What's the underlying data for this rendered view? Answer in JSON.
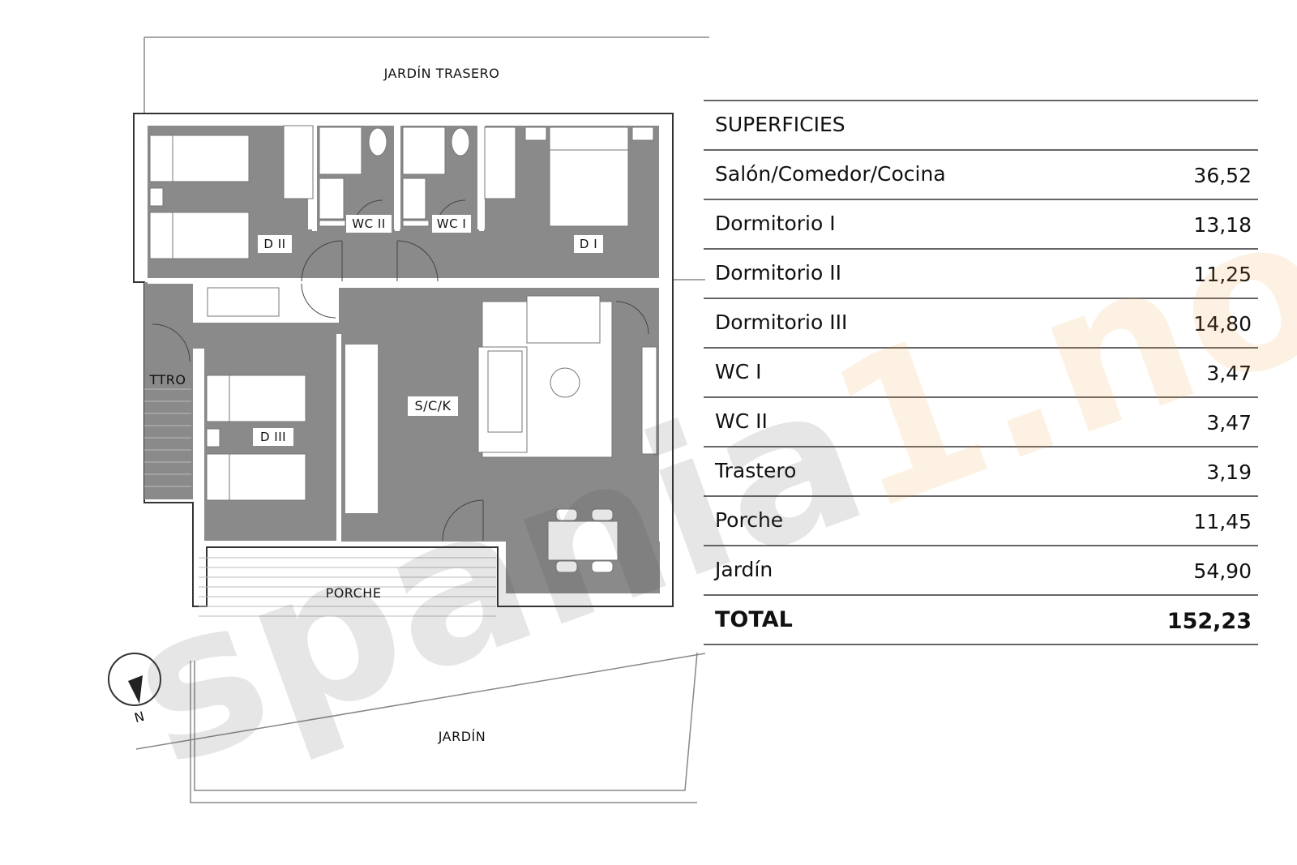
{
  "plan": {
    "rooms": {
      "jardin_trasero": "JARDÍN TRASERO",
      "d2": "D II",
      "wc2": "WC II",
      "wc1": "WC I",
      "d1": "D I",
      "ttro": "TTRO",
      "d3": "D III",
      "sck": "S/C/K",
      "porche": "PORCHE",
      "jardin": "JARDÍN"
    },
    "compass": "N"
  },
  "superficies": {
    "title": "SUPERFICIES",
    "rows": [
      {
        "name": "Salón/Comedor/Cocina",
        "value": "36,52"
      },
      {
        "name": "Dormitorio I",
        "value": "13,18"
      },
      {
        "name": "Dormitorio II",
        "value": "11,25"
      },
      {
        "name": "Dormitorio III",
        "value": "14,80"
      },
      {
        "name": "WC I",
        "value": "3,47"
      },
      {
        "name": "WC II",
        "value": "3,47"
      },
      {
        "name": "Trastero",
        "value": "3,19"
      },
      {
        "name": "Porche",
        "value": "11,45"
      },
      {
        "name": "Jardín",
        "value": "54,90"
      }
    ],
    "total": {
      "name": "TOTAL",
      "value": "152,23"
    }
  },
  "watermark": {
    "text": "spania1.no"
  }
}
